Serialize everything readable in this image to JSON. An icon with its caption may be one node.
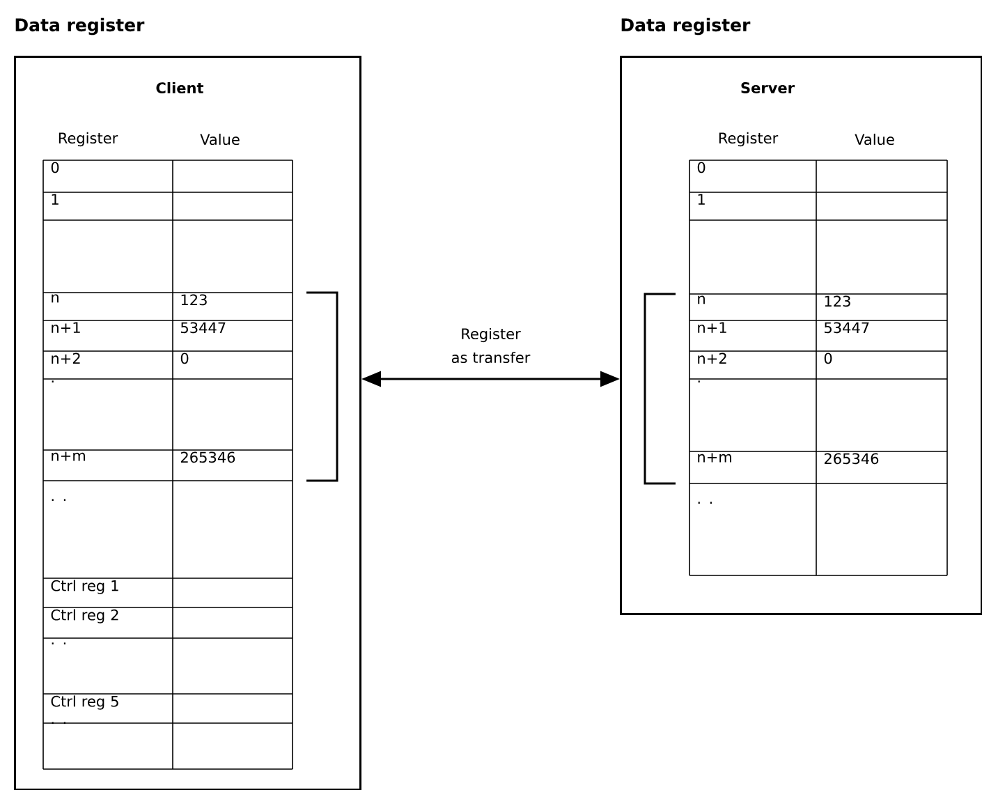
{
  "diagram": {
    "nodes": [
      {
        "text": [
          "Data register",
          "Client"
        ]
      },
      {
        "text": [
          "Data register",
          "Server"
        ]
      }
    ],
    "edges": [
      {
        "from": 0,
        "to": 1,
        "arrow": "both",
        "label": "Register as transfer"
      }
    ],
    "labels": [
      "Register",
      "Value",
      "0",
      "1",
      "n",
      "123",
      "n+1",
      "53447",
      "n+2",
      "0",
      ".",
      "n+m",
      "265346",
      ". .",
      "Ctrl reg 1",
      "Ctrl reg 2",
      ". .",
      "Ctrl reg 5",
      ". .",
      "Register",
      "Value",
      "0",
      "1",
      "n",
      "123",
      "n+1",
      "53447",
      "n+2",
      "0",
      ".",
      "n+m",
      "265346",
      ". ."
    ]
  }
}
